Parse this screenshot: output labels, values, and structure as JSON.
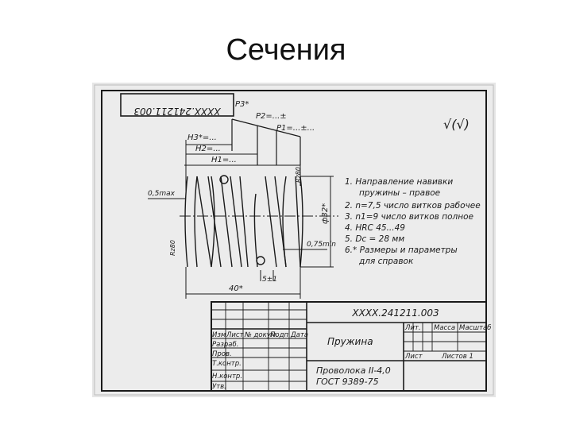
{
  "slide": {
    "title": "Сечения"
  },
  "drawing": {
    "designation_stamp": "XXXX.241211.003",
    "designation_mirrored": "XXXX.241211.003",
    "roughness_mark": "√(√)",
    "forces": {
      "p3": "P3*",
      "p2": "P2=...±",
      "p1": "P1=...±..."
    },
    "heights": {
      "h3": "H3*=...",
      "h2": "H2=...",
      "h1": "H1=..."
    },
    "dims": {
      "gap_max": "0,5max",
      "diameter": "ф32*",
      "min_gap": "0,75min",
      "pitch": "5±1",
      "length": "40*",
      "roughness_right": "Rz80",
      "roughness_left": "Rz80"
    },
    "notes": [
      "1. Направление навивки",
      "пружины – правое",
      "2. n=7,5 число витков рабочее",
      "3. n1=9 число витков полное",
      "4. HRC 45...49",
      "5. Dc = 28 мм",
      "6.* Размеры и параметры",
      "для справок"
    ],
    "title_block": {
      "designation": "XXXX.241211.003",
      "name": "Пружина",
      "material_1": "Проволока II-4,0",
      "material_2": "ГОСТ 9389-75",
      "headers": [
        "Изм",
        "Лист",
        "№ докум.",
        "Подп.",
        "Дата"
      ],
      "roles": [
        "Разраб.",
        "Пров.",
        "Т.контр.",
        "Н.контр.",
        "Утв."
      ],
      "lit_header": [
        "Лит.",
        "Масса",
        "Масштаб"
      ],
      "sheet_label": "Лист",
      "sheets_label": "Листов 1"
    }
  }
}
